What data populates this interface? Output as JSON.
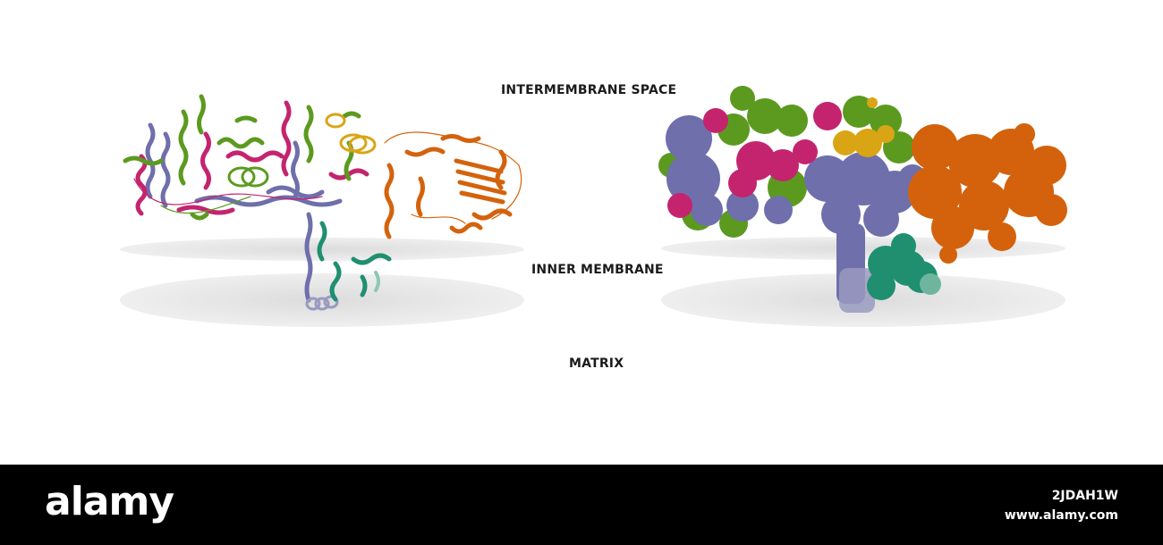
{
  "labels": {
    "intermembrane": "INTERMEMBRANE SPACE",
    "inner_membrane": "INNER MEMBRANE",
    "matrix": "MATRIX"
  },
  "watermark": {
    "logo_text": "alamy",
    "image_id": "2JDAH1W",
    "site": "www.alamy.com"
  },
  "colors": {
    "slate": "#6e6fab",
    "magenta": "#c4246e",
    "green": "#5b9a1f",
    "gold": "#d9a514",
    "orange": "#d4620c",
    "teal": "#1f8f70",
    "membrane": "#dcdcdc",
    "footer": "#000000"
  },
  "icons": {
    "left_model": "ribbon-model-image",
    "right_model": "surface-model-image"
  }
}
